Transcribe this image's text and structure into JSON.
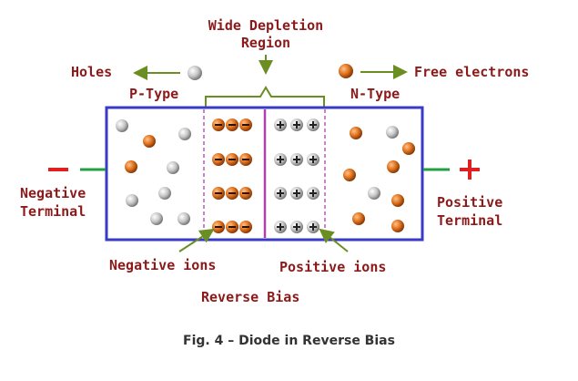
{
  "labels": {
    "wide_depletion_line1": "Wide Depletion",
    "wide_depletion_line2": "Region",
    "holes": "Holes",
    "free_electrons": "Free electrons",
    "p_type": "P-Type",
    "n_type": "N-Type",
    "negative_terminal_line1": "Negative",
    "negative_terminal_line2": "Terminal",
    "positive_terminal_line1": "Positive",
    "positive_terminal_line2": "Terminal",
    "negative_ions": "Negative ions",
    "positive_ions": "Positive ions",
    "reverse_bias": "Reverse Bias",
    "caption": "Fig. 4 – Diode in Reverse Bias",
    "minus_sign": "—",
    "plus_sign": "+"
  },
  "colors": {
    "label_text": "#8b1a1a",
    "box_border": "#3a3ac8",
    "junction_line": "#b040b0",
    "arrow_green": "#6b8e23",
    "terminal_red": "#e02020",
    "terminal_green": "#20a040",
    "hole_gray": "#c0c0c0",
    "electron_orange": "#d9661c"
  },
  "ion_rows": 4,
  "ions_per_row": 3
}
